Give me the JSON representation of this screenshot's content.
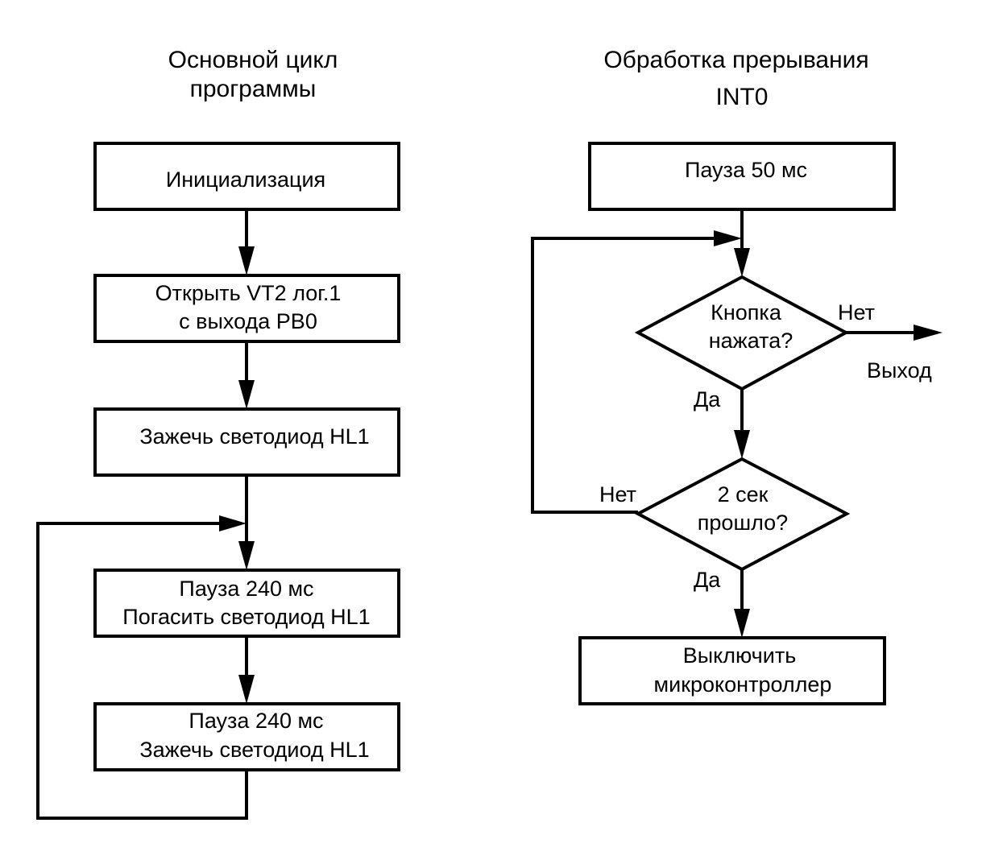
{
  "left_flow": {
    "title": [
      "Основной цикл",
      "программы"
    ],
    "blocks": [
      {
        "type": "process",
        "lines": [
          "Инициализация"
        ]
      },
      {
        "type": "process",
        "lines": [
          "Открыть VT2 лог.1",
          "с выхода PB0"
        ]
      },
      {
        "type": "process",
        "lines": [
          "Зажечь светодиод HL1"
        ]
      },
      {
        "type": "process",
        "lines": [
          "Пауза 240 мс",
          "Погасить светодиод HL1"
        ]
      },
      {
        "type": "process",
        "lines": [
          "Пауза 240 мс",
          "Зажечь светодиод HL1"
        ]
      }
    ]
  },
  "right_flow": {
    "title": [
      "Обработка прерывания",
      "INT0"
    ],
    "blocks": [
      {
        "type": "process",
        "lines": [
          "Пауза 50 мс"
        ]
      },
      {
        "type": "decision",
        "lines": [
          "Кнопка",
          "нажата?"
        ]
      },
      {
        "type": "decision",
        "lines": [
          "2 сек",
          "прошло?"
        ]
      },
      {
        "type": "process",
        "lines": [
          "Выключить",
          "микроконтроллер"
        ]
      }
    ],
    "edge_labels": {
      "d1_no": "Нет",
      "d1_exit": "Выход",
      "d1_yes": "Да",
      "d2_no": "Нет",
      "d2_yes": "Да"
    }
  }
}
